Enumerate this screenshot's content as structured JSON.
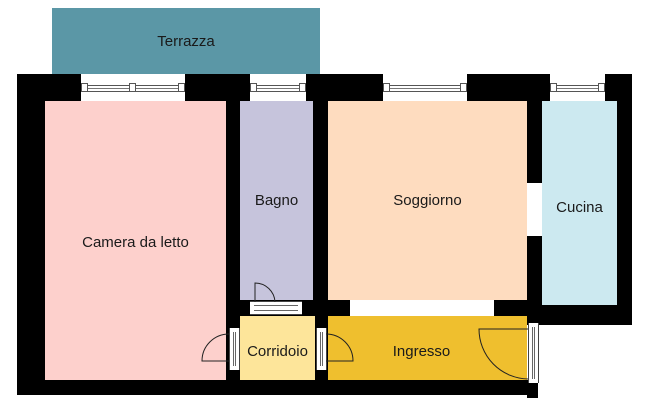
{
  "floorplan": {
    "rooms": [
      {
        "id": "terrazza",
        "label": "Terrazza",
        "color": "#5b97a6"
      },
      {
        "id": "camera",
        "label": "Camera da letto",
        "color": "#fdd0cc"
      },
      {
        "id": "bagno",
        "label": "Bagno",
        "color": "#c6c4dc"
      },
      {
        "id": "soggiorno",
        "label": "Soggiorno",
        "color": "#fedcbf"
      },
      {
        "id": "cucina",
        "label": "Cucina",
        "color": "#cce9f0"
      },
      {
        "id": "corridoio",
        "label": "Corridoio",
        "color": "#fde59a"
      },
      {
        "id": "ingresso",
        "label": "Ingresso",
        "color": "#efbf2e"
      }
    ],
    "wall_color": "#000000"
  }
}
